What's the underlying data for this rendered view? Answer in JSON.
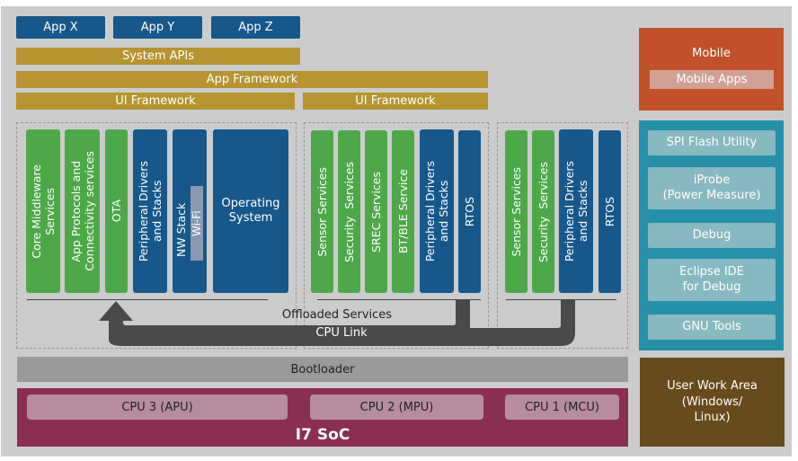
{
  "apps": [
    "App X",
    "App Y",
    "App Z"
  ],
  "layers": {
    "system_apis": "System APIs",
    "app_framework": "App Framework",
    "ui_framework_left": "UI Framework",
    "ui_framework_right": "UI Framework"
  },
  "apu_block": {
    "columns": [
      {
        "label": "Core Middleware\nServices",
        "color": "green"
      },
      {
        "label": "App Protocols and\nConnectivity services",
        "color": "green"
      },
      {
        "label": "OTA",
        "color": "green"
      },
      {
        "label": "Peripheral Drivers\nand Stacks",
        "color": "blue"
      },
      {
        "label": "NW Stack",
        "color": "blue",
        "sub_label": "Wi-Fi"
      },
      {
        "label": "Operating\nSystem",
        "color": "blue"
      }
    ]
  },
  "mpu_block": {
    "columns": [
      {
        "label": "Sensor Services",
        "color": "green"
      },
      {
        "label": "Security  Services",
        "color": "green"
      },
      {
        "label": "SREC Services",
        "color": "green"
      },
      {
        "label": "BT/BLE Service",
        "color": "green"
      },
      {
        "label": "Peripheral Drivers\nand Stacks",
        "color": "blue"
      },
      {
        "label": "RTOS",
        "color": "blue"
      }
    ]
  },
  "mcu_block": {
    "columns": [
      {
        "label": "Sensor Services",
        "color": "green"
      },
      {
        "label": "Security  Services",
        "color": "green"
      },
      {
        "label": "Peripheral Drivers\nand Stacks",
        "color": "blue"
      },
      {
        "label": "RTOS",
        "color": "blue"
      }
    ]
  },
  "offloaded_services": "Offloaded Services",
  "cpu_link": "CPU Link",
  "bootloader": "Bootloader",
  "soc": {
    "title": "I7 SoC",
    "cpus": [
      "CPU 3 (APU)",
      "CPU 2 (MPU)",
      "CPU 1 (MCU)"
    ]
  },
  "mobile": {
    "title": "Mobile",
    "apps": "Mobile Apps"
  },
  "tools": [
    "SPI Flash Utility",
    "iProbe\n(Power Measure)",
    "Debug",
    "Eclipse IDE\nfor Debug",
    "GNU Tools"
  ],
  "user_work_area": "User Work Area\n(Windows/\nLinux)",
  "colors": {
    "app_blue": "#17578a",
    "framework_gold": "#b69430",
    "service_green": "#4ea84a",
    "soc_maroon": "#8b2f52",
    "mobile_orange": "#c1512b",
    "tools_teal": "#2690a8",
    "user_area_brown": "#674a1e",
    "bootloader_gray": "#9a9a9a"
  }
}
